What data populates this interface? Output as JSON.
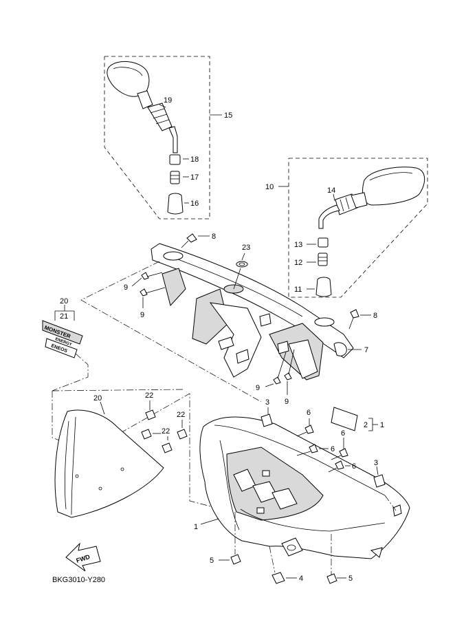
{
  "diagram": {
    "drawing_code": "BKG3010-Y280",
    "fwd_label": "FWD",
    "decal_text_1": "MONSTER",
    "decal_text_2": "ENERGY",
    "decal_text_3": "ENEOS",
    "callouts": {
      "c1": "1",
      "c1b": "1",
      "c2": "2",
      "c3a": "3",
      "c3b": "3",
      "c4": "4",
      "c5a": "5",
      "c5b": "5",
      "c6a": "6",
      "c6b": "6",
      "c6c": "6",
      "c6d": "6",
      "c7": "7",
      "c8a": "8",
      "c8b": "8",
      "c9a": "9",
      "c9b": "9",
      "c9c": "9",
      "c9d": "9",
      "c10": "10",
      "c11": "11",
      "c12": "12",
      "c13": "13",
      "c14": "14",
      "c15": "15",
      "c16": "16",
      "c17": "17",
      "c18": "18",
      "c19": "19",
      "c20a": "20",
      "c20b": "20",
      "c21": "21",
      "c22a": "22",
      "c22b": "22",
      "c22c": "22",
      "c23": "23"
    }
  }
}
